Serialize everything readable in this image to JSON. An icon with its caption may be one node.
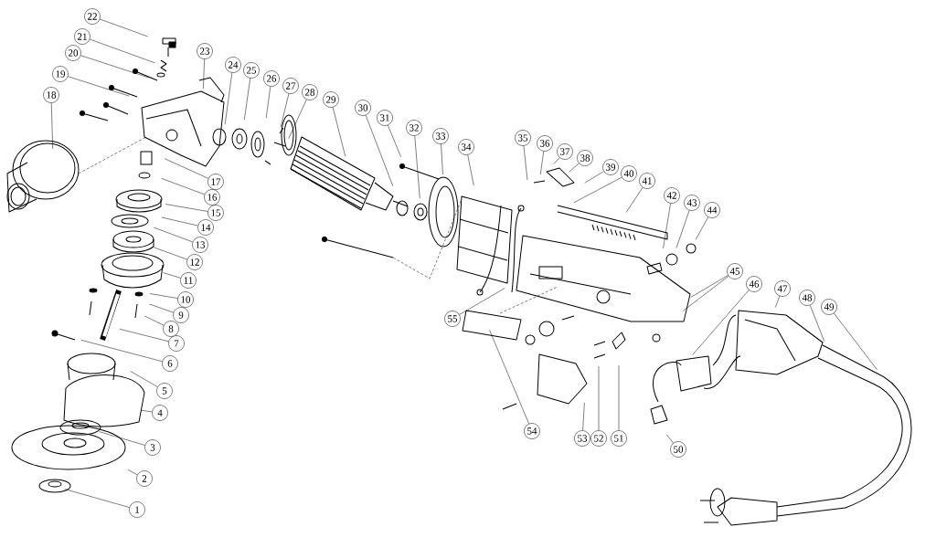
{
  "diagram": {
    "nodes": [
      {
        "text": [
          "1"
        ]
      },
      {
        "text": [
          "2"
        ]
      },
      {
        "text": [
          "3"
        ]
      },
      {
        "text": [
          "4"
        ]
      },
      {
        "text": [
          "5"
        ]
      },
      {
        "text": [
          "6"
        ]
      },
      {
        "text": [
          "7"
        ]
      },
      {
        "text": [
          "8"
        ]
      },
      {
        "text": [
          "9"
        ]
      },
      {
        "text": [
          "10"
        ]
      },
      {
        "text": [
          "11"
        ]
      },
      {
        "text": [
          "12"
        ]
      },
      {
        "text": [
          "13"
        ]
      },
      {
        "text": [
          "14"
        ]
      },
      {
        "text": [
          "15"
        ]
      },
      {
        "text": [
          "16"
        ]
      },
      {
        "text": [
          "17"
        ]
      },
      {
        "text": [
          "18"
        ]
      },
      {
        "text": [
          "19"
        ]
      },
      {
        "text": [
          "20"
        ]
      },
      {
        "text": [
          "21"
        ]
      },
      {
        "text": [
          "22"
        ]
      },
      {
        "text": [
          "23"
        ]
      },
      {
        "text": [
          "24"
        ]
      },
      {
        "text": [
          "25"
        ]
      },
      {
        "text": [
          "26"
        ]
      },
      {
        "text": [
          "27"
        ]
      },
      {
        "text": [
          "28"
        ]
      },
      {
        "text": [
          "29"
        ]
      },
      {
        "text": [
          "30"
        ]
      },
      {
        "text": [
          "31"
        ]
      },
      {
        "text": [
          "32"
        ]
      },
      {
        "text": [
          "33"
        ]
      },
      {
        "text": [
          "34"
        ]
      },
      {
        "text": [
          "35"
        ]
      },
      {
        "text": [
          "36"
        ]
      },
      {
        "text": [
          "37"
        ]
      },
      {
        "text": [
          "38"
        ]
      },
      {
        "text": [
          "39"
        ]
      },
      {
        "text": [
          "40"
        ]
      },
      {
        "text": [
          "41"
        ]
      },
      {
        "text": [
          "42"
        ]
      },
      {
        "text": [
          "43"
        ]
      },
      {
        "text": [
          "44"
        ]
      },
      {
        "text": [
          "45"
        ]
      },
      {
        "text": [
          "46"
        ]
      },
      {
        "text": [
          "47"
        ]
      },
      {
        "text": [
          "48"
        ]
      },
      {
        "text": [
          "49"
        ]
      },
      {
        "text": [
          "50"
        ]
      },
      {
        "text": [
          "51"
        ]
      },
      {
        "text": [
          "52"
        ]
      },
      {
        "text": [
          "53"
        ]
      },
      {
        "text": [
          "54"
        ]
      },
      {
        "text": [
          "55"
        ]
      }
    ],
    "edges": [
      {
        "from": 0,
        "to": null,
        "arrow": "none"
      },
      {
        "from": 1,
        "to": null,
        "arrow": "none"
      },
      {
        "from": 2,
        "to": null,
        "arrow": "none"
      },
      {
        "from": 3,
        "to": null,
        "arrow": "none"
      },
      {
        "from": 4,
        "to": null,
        "arrow": "none"
      },
      {
        "from": 5,
        "to": null,
        "arrow": "none"
      },
      {
        "from": 6,
        "to": null,
        "arrow": "none"
      },
      {
        "from": 7,
        "to": null,
        "arrow": "none"
      },
      {
        "from": 8,
        "to": null,
        "arrow": "none"
      },
      {
        "from": 9,
        "to": null,
        "arrow": "none"
      },
      {
        "from": 10,
        "to": null,
        "arrow": "none"
      },
      {
        "from": 11,
        "to": null,
        "arrow": "none"
      },
      {
        "from": 12,
        "to": null,
        "arrow": "none"
      },
      {
        "from": 13,
        "to": null,
        "arrow": "none"
      },
      {
        "from": 14,
        "to": null,
        "arrow": "none"
      },
      {
        "from": 15,
        "to": null,
        "arrow": "none"
      },
      {
        "from": 16,
        "to": null,
        "arrow": "none"
      },
      {
        "from": 17,
        "to": null,
        "arrow": "none"
      },
      {
        "from": 18,
        "to": null,
        "arrow": "none"
      },
      {
        "from": 19,
        "to": null,
        "arrow": "none"
      },
      {
        "from": 20,
        "to": null,
        "arrow": "none"
      },
      {
        "from": 21,
        "to": null,
        "arrow": "none"
      },
      {
        "from": 22,
        "to": null,
        "arrow": "none"
      },
      {
        "from": 23,
        "to": null,
        "arrow": "none"
      },
      {
        "from": 24,
        "to": null,
        "arrow": "none"
      },
      {
        "from": 25,
        "to": null,
        "arrow": "none"
      },
      {
        "from": 26,
        "to": null,
        "arrow": "none"
      },
      {
        "from": 27,
        "to": null,
        "arrow": "none"
      },
      {
        "from": 28,
        "to": null,
        "arrow": "none"
      },
      {
        "from": 29,
        "to": null,
        "arrow": "none"
      },
      {
        "from": 30,
        "to": null,
        "arrow": "none"
      },
      {
        "from": 31,
        "to": null,
        "arrow": "none"
      },
      {
        "from": 32,
        "to": null,
        "arrow": "none"
      },
      {
        "from": 33,
        "to": null,
        "arrow": "none"
      },
      {
        "from": 34,
        "to": null,
        "arrow": "none"
      },
      {
        "from": 35,
        "to": null,
        "arrow": "none"
      },
      {
        "from": 36,
        "to": null,
        "arrow": "none"
      },
      {
        "from": 37,
        "to": null,
        "arrow": "none"
      },
      {
        "from": 38,
        "to": null,
        "arrow": "none"
      },
      {
        "from": 39,
        "to": null,
        "arrow": "none"
      },
      {
        "from": 40,
        "to": null,
        "arrow": "none"
      },
      {
        "from": 41,
        "to": null,
        "arrow": "none"
      },
      {
        "from": 42,
        "to": null,
        "arrow": "none"
      },
      {
        "from": 43,
        "to": null,
        "arrow": "none"
      },
      {
        "from": 44,
        "to": null,
        "arrow": "none"
      },
      {
        "from": 44,
        "to": null,
        "arrow": "none"
      },
      {
        "from": 45,
        "to": null,
        "arrow": "none"
      },
      {
        "from": 46,
        "to": null,
        "arrow": "none"
      },
      {
        "from": 47,
        "to": null,
        "arrow": "none"
      },
      {
        "from": 48,
        "to": null,
        "arrow": "none"
      },
      {
        "from": 49,
        "to": null,
        "arrow": "none"
      },
      {
        "from": 50,
        "to": null,
        "arrow": "none"
      },
      {
        "from": 51,
        "to": null,
        "arrow": "none"
      },
      {
        "from": 52,
        "to": null,
        "arrow": "none"
      },
      {
        "from": 53,
        "to": null,
        "arrow": "none"
      },
      {
        "from": 54,
        "to": null,
        "arrow": "none"
      }
    ]
  }
}
